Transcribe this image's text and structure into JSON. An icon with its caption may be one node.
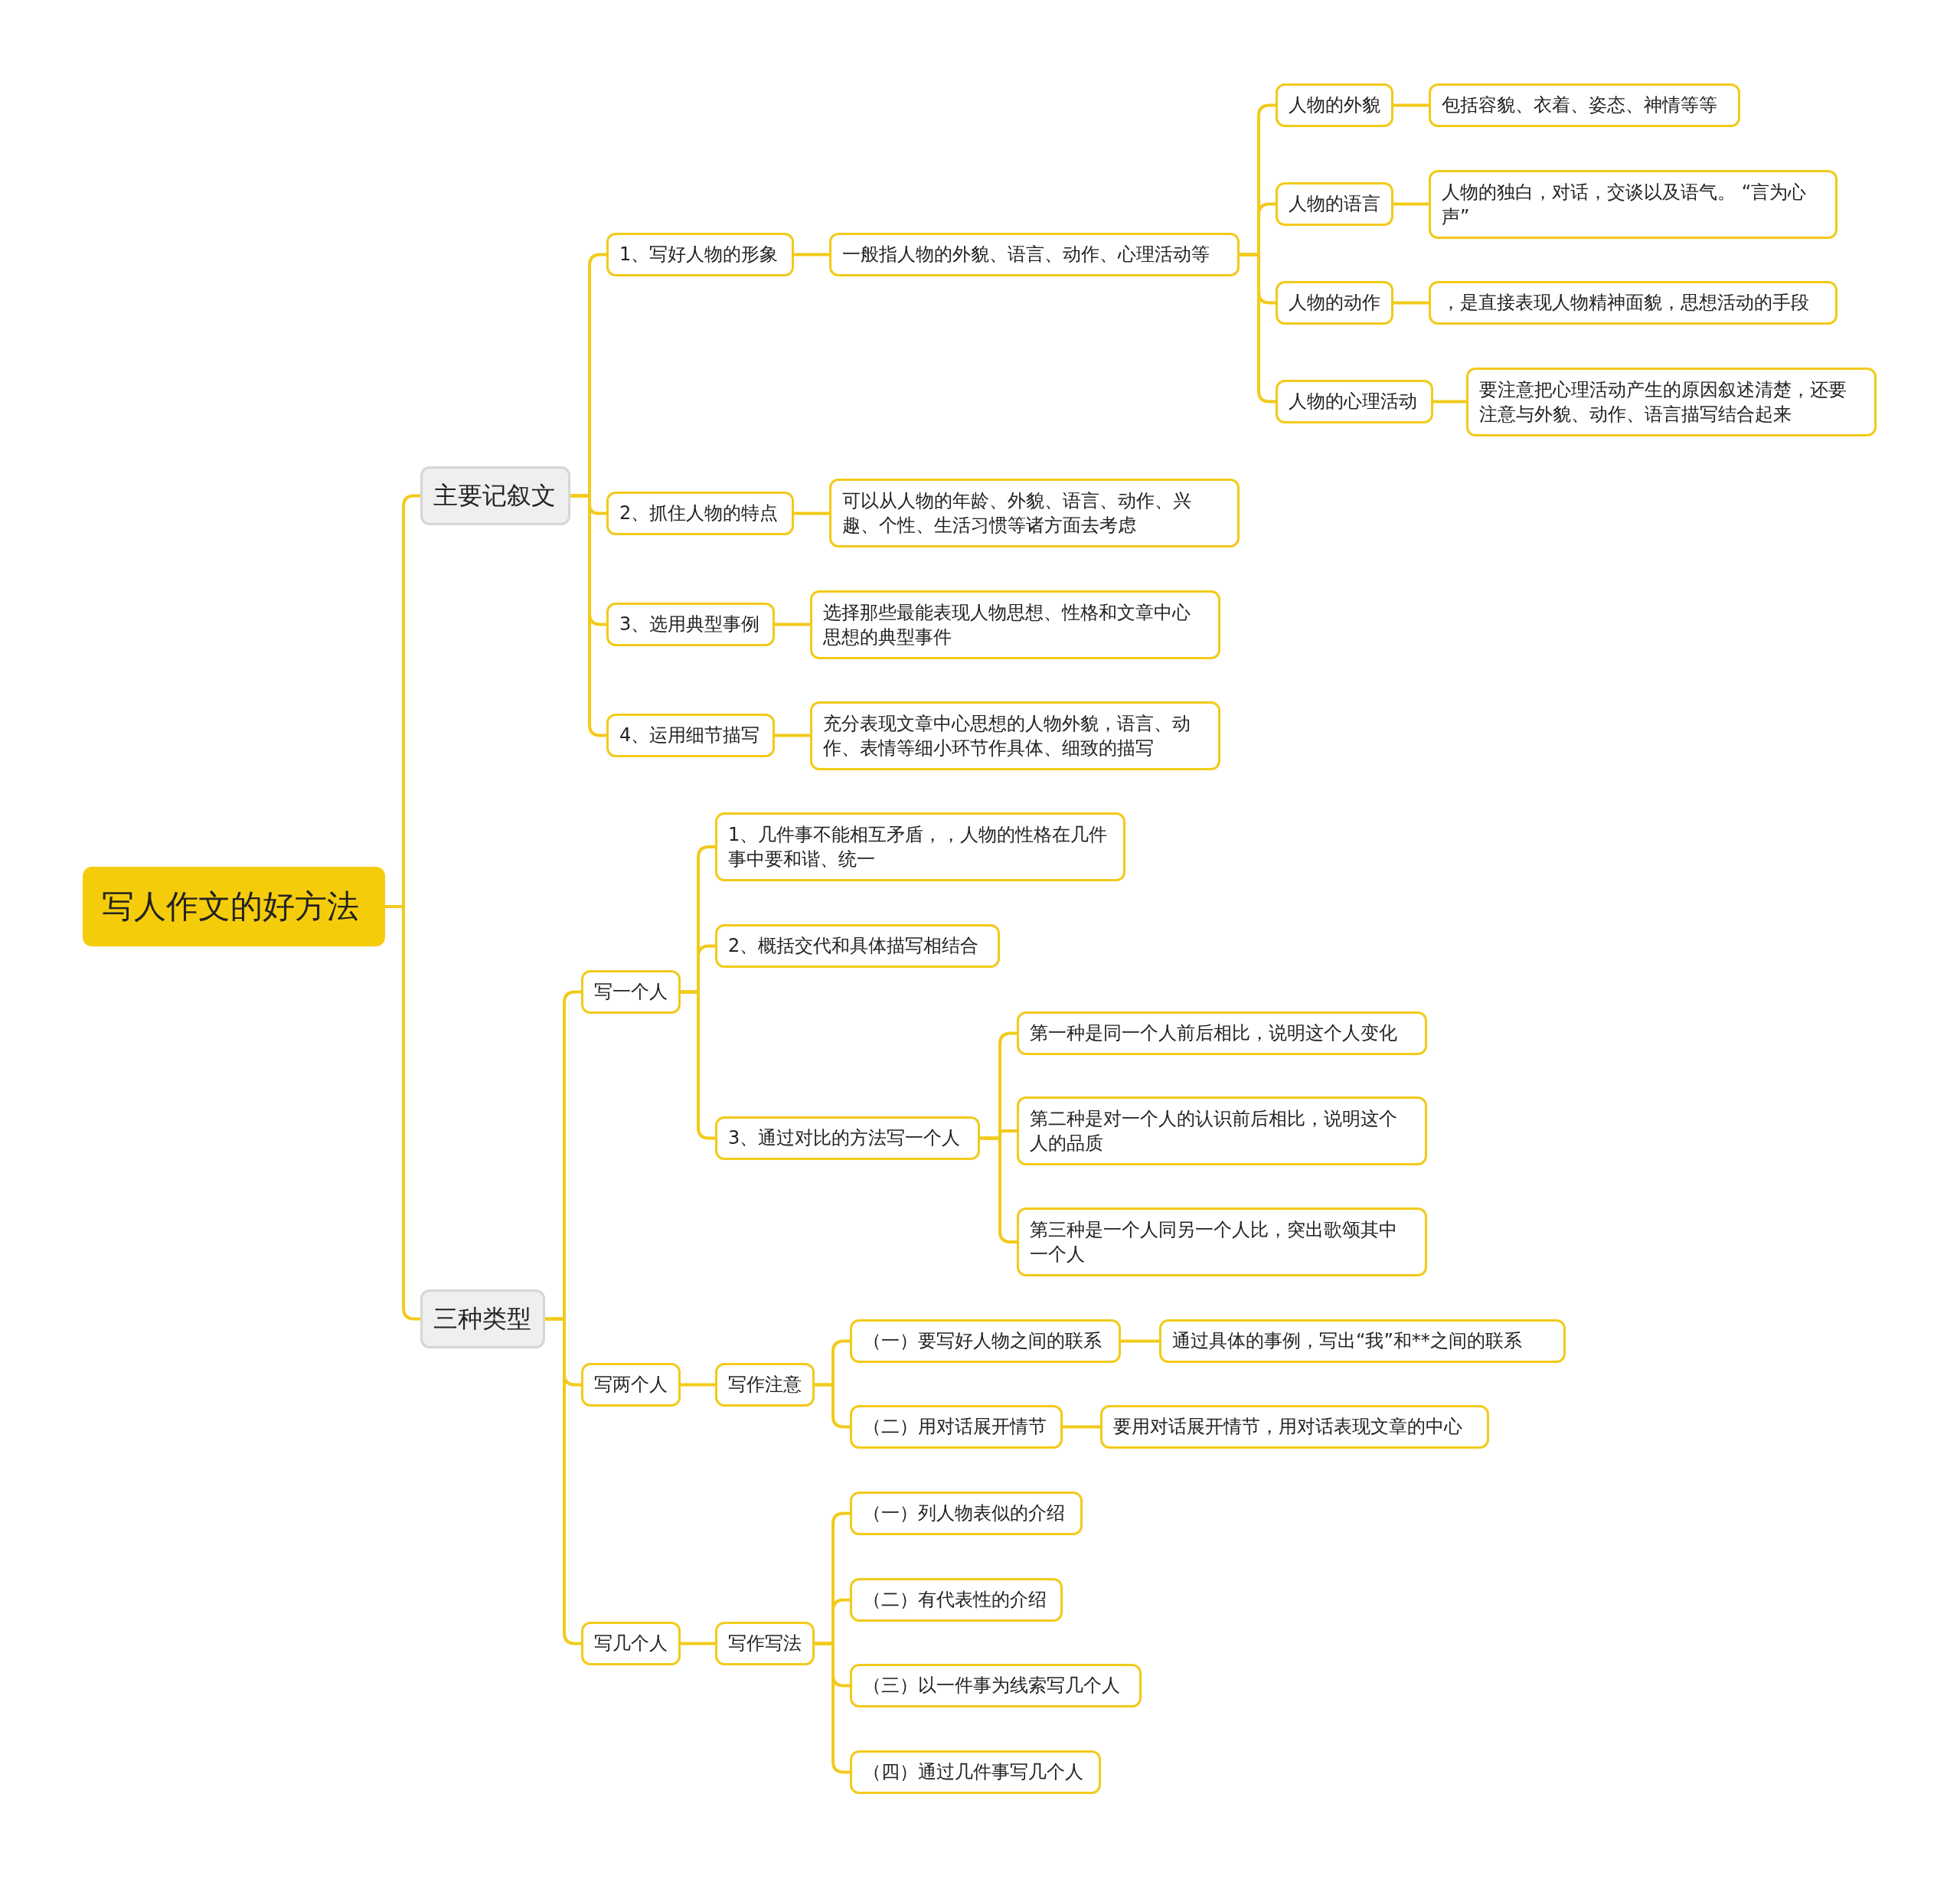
{
  "diagram": {
    "nodes": [
      {
        "text": [
          "写人作文的好方法"
        ]
      },
      {
        "text": [
          "主要记叙文"
        ]
      },
      {
        "text": [
          "1、写好人物的形象"
        ]
      },
      {
        "text": [
          "一般指人物的外貌、语言、动作、心理活动等"
        ]
      },
      {
        "text": [
          "人物的外貌"
        ]
      },
      {
        "text": [
          "包括容貌、衣着、姿态、神情等等"
        ]
      },
      {
        "text": [
          "人物的语言"
        ]
      },
      {
        "text": [
          "人物的独白，对话，交谈以及语气。 “言为心声”"
        ]
      },
      {
        "text": [
          "人物的动作"
        ]
      },
      {
        "text": [
          "，是直接表现人物精神面貌，思想活动的手段"
        ]
      },
      {
        "text": [
          "人物的心理活动"
        ]
      },
      {
        "text": [
          "要注意把心理活动产生的原因叙述清楚，还要注意与外貌、动作、语言描写结合起来"
        ]
      },
      {
        "text": [
          "2、抓住人物的特点"
        ]
      },
      {
        "text": [
          "可以从人物的年龄、外貌、语言、动作、兴趣、个性、生活习惯等诸方面去考虑"
        ]
      },
      {
        "text": [
          "3、选用典型事例"
        ]
      },
      {
        "text": [
          "选择那些最能表现人物思想、性格和文章中心思想的典型事件"
        ]
      },
      {
        "text": [
          "4、运用细节描写"
        ]
      },
      {
        "text": [
          "充分表现文章中心思想的人物外貌，语言、动作、表情等细小环节作具体、细致的描写"
        ]
      },
      {
        "text": [
          "三种类型"
        ]
      },
      {
        "text": [
          "写一个人"
        ]
      },
      {
        "text": [
          "1、几件事不能相互矛盾，，人物的性格在几件事中要和谐、统一"
        ]
      },
      {
        "text": [
          "2、概括交代和具体描写相结合"
        ]
      },
      {
        "text": [
          "3、通过对比的方法写一个人"
        ]
      },
      {
        "text": [
          "第一种是同一个人前后相比，说明这个人变化"
        ]
      },
      {
        "text": [
          "第二种是对一个人的认识前后相比，说明这个人的品质"
        ]
      },
      {
        "text": [
          "第三种是一个人同另一个人比，突出歌颂其中一个人"
        ]
      },
      {
        "text": [
          "写两个人"
        ]
      },
      {
        "text": [
          "写作注意"
        ]
      },
      {
        "text": [
          "（一）要写好人物之间的联系"
        ]
      },
      {
        "text": [
          "通过具体的事例，写出“我”和**之间的联系"
        ]
      },
      {
        "text": [
          "（二）用对话展开情节"
        ]
      },
      {
        "text": [
          "要用对话展开情节，用对话表现文章的中心"
        ]
      },
      {
        "text": [
          "写几个人"
        ]
      },
      {
        "text": [
          "写作写法"
        ]
      },
      {
        "text": [
          "（一）列人物表似的介绍"
        ]
      },
      {
        "text": [
          "（二）有代表性的介绍"
        ]
      },
      {
        "text": [
          "（三）以一件事为线索写几个人"
        ]
      },
      {
        "text": [
          "（四）通过几件事写几个人"
        ]
      }
    ],
    "edges": [
      {
        "from": 0,
        "to": 1,
        "arrow": "none"
      },
      {
        "from": 1,
        "to": 2,
        "arrow": "none"
      },
      {
        "from": 2,
        "to": 3,
        "arrow": "none"
      },
      {
        "from": 3,
        "to": 4,
        "arrow": "none"
      },
      {
        "from": 4,
        "to": 5,
        "arrow": "none"
      },
      {
        "from": 3,
        "to": 6,
        "arrow": "none"
      },
      {
        "from": 6,
        "to": 7,
        "arrow": "none"
      },
      {
        "from": 3,
        "to": 8,
        "arrow": "none"
      },
      {
        "from": 8,
        "to": 9,
        "arrow": "none"
      },
      {
        "from": 3,
        "to": 10,
        "arrow": "none"
      },
      {
        "from": 10,
        "to": 11,
        "arrow": "none"
      },
      {
        "from": 1,
        "to": 12,
        "arrow": "none"
      },
      {
        "from": 12,
        "to": 13,
        "arrow": "none"
      },
      {
        "from": 1,
        "to": 14,
        "arrow": "none"
      },
      {
        "from": 14,
        "to": 15,
        "arrow": "none"
      },
      {
        "from": 1,
        "to": 16,
        "arrow": "none"
      },
      {
        "from": 16,
        "to": 17,
        "arrow": "none"
      },
      {
        "from": 0,
        "to": 18,
        "arrow": "none"
      },
      {
        "from": 18,
        "to": 19,
        "arrow": "none"
      },
      {
        "from": 19,
        "to": 20,
        "arrow": "none"
      },
      {
        "from": 19,
        "to": 21,
        "arrow": "none"
      },
      {
        "from": 19,
        "to": 22,
        "arrow": "none"
      },
      {
        "from": 22,
        "to": 23,
        "arrow": "none"
      },
      {
        "from": 22,
        "to": 24,
        "arrow": "none"
      },
      {
        "from": 22,
        "to": 25,
        "arrow": "none"
      },
      {
        "from": 18,
        "to": 26,
        "arrow": "none"
      },
      {
        "from": 26,
        "to": 27,
        "arrow": "none"
      },
      {
        "from": 27,
        "to": 28,
        "arrow": "none"
      },
      {
        "from": 28,
        "to": 29,
        "arrow": "none"
      },
      {
        "from": 27,
        "to": 30,
        "arrow": "none"
      },
      {
        "from": 30,
        "to": 31,
        "arrow": "none"
      },
      {
        "from": 18,
        "to": 32,
        "arrow": "none"
      },
      {
        "from": 32,
        "to": 33,
        "arrow": "none"
      },
      {
        "from": 33,
        "to": 34,
        "arrow": "none"
      },
      {
        "from": 33,
        "to": 35,
        "arrow": "none"
      },
      {
        "from": 33,
        "to": 36,
        "arrow": "none"
      },
      {
        "from": 33,
        "to": 37,
        "arrow": "none"
      }
    ]
  }
}
